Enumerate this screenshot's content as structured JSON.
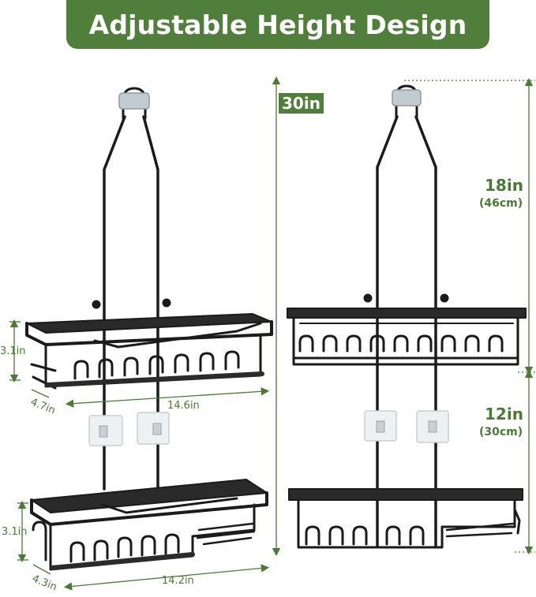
{
  "banner": {
    "title": "Adjustable Height Design"
  },
  "colors": {
    "accent": "#4f7f3a",
    "label": "#4a7a34",
    "rack": "#1b1b1b",
    "hook": "#b9c3c8"
  },
  "left_view": {
    "top_basket": {
      "height": "3.1in",
      "depth": "4.7in",
      "width": "14.6in"
    },
    "bottom_basket": {
      "height": "3.1in",
      "depth": "4.3in",
      "width": "14.2in"
    }
  },
  "total_height": "30in",
  "right_view": {
    "upper_section": {
      "inches": "18in",
      "cm": "(46cm)"
    },
    "lower_section": {
      "inches": "12in",
      "cm": "(30cm)"
    }
  }
}
